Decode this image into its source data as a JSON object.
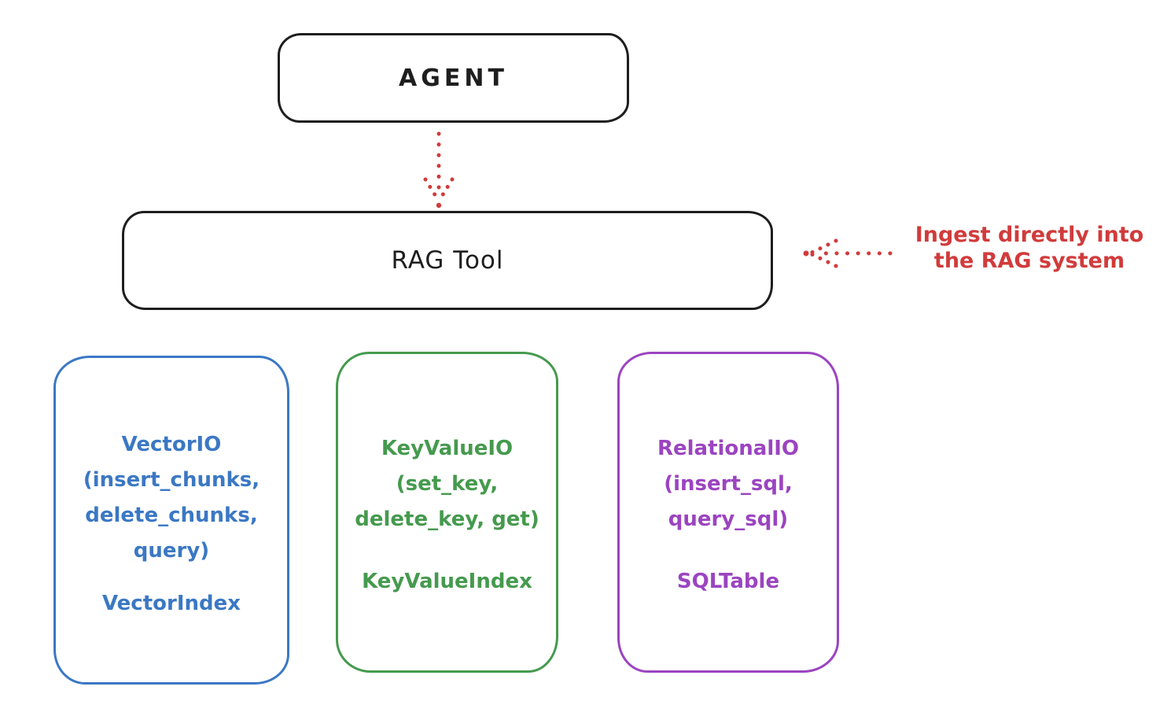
{
  "colors": {
    "background": "#ffffff",
    "black": "#1e1e1e",
    "red": "#d13b3b",
    "blue": "#3b78c4",
    "green": "#459a4e",
    "purple": "#9b44c0"
  },
  "agent_box": {
    "label": "AGENT"
  },
  "rag_tool_box": {
    "label": "RAG Tool"
  },
  "annotation": {
    "line1": "Ingest directly into",
    "line2": "the RAG system"
  },
  "icons": {
    "agent_to_rag_arrow": "dotted-arrow-down",
    "ingest_arrow": "dotted-arrow-left"
  },
  "storage_boxes": [
    {
      "name": "VectorIO",
      "color": "#3b78c4",
      "lines": [
        "VectorIO",
        "(insert_chunks,",
        "delete_chunks,",
        "query)"
      ],
      "index_label": "VectorIndex"
    },
    {
      "name": "KeyValueIO",
      "color": "#459a4e",
      "lines": [
        "KeyValueIO",
        "(set_key,",
        "delete_key, get)"
      ],
      "index_label": "KeyValueIndex"
    },
    {
      "name": "RelationalIO",
      "color": "#9b44c0",
      "lines": [
        "RelationalIO",
        "(insert_sql,",
        "query_sql)"
      ],
      "index_label": "SQLTable"
    }
  ]
}
